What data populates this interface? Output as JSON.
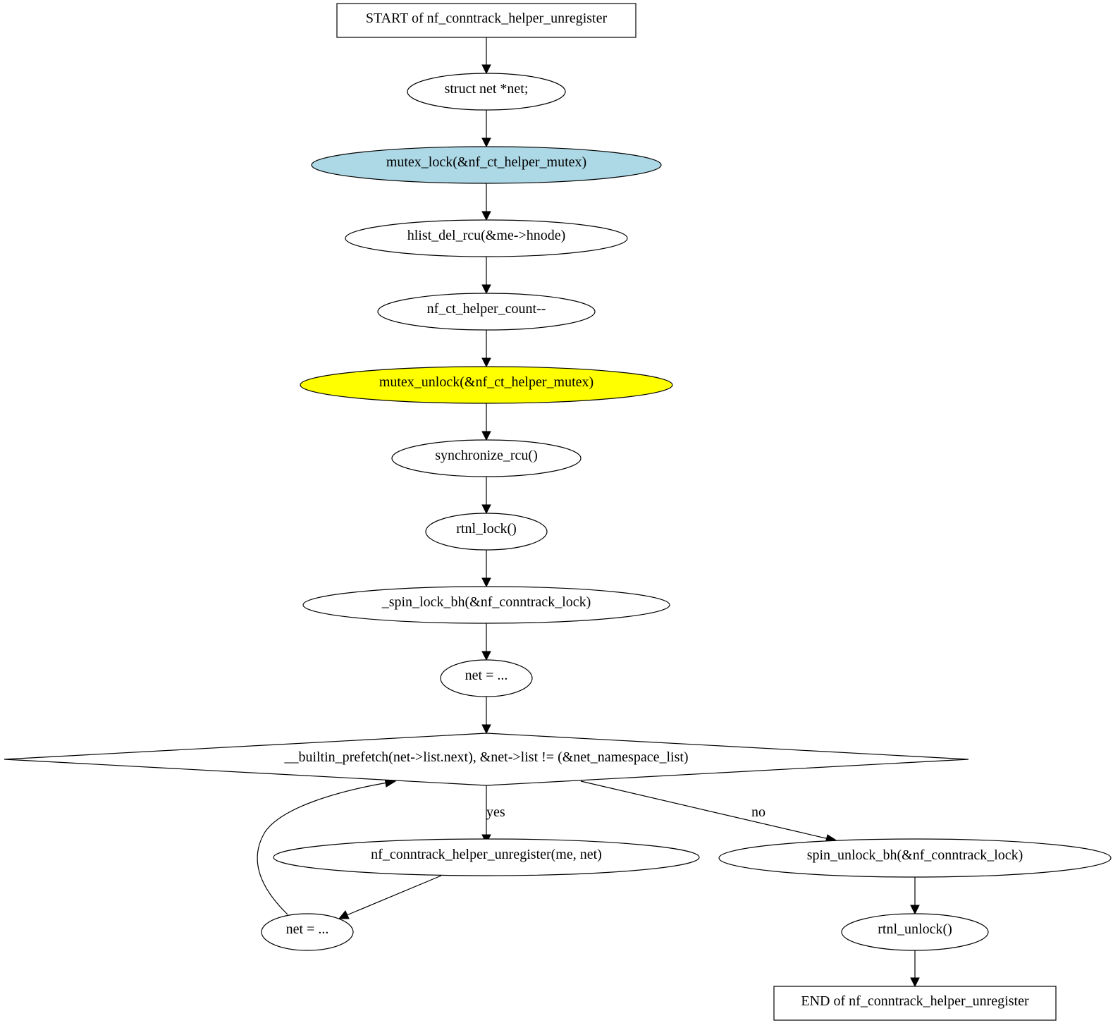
{
  "diagram": {
    "nodes": {
      "start": {
        "label": "START of nf_conntrack_helper_unregister"
      },
      "decl_net": {
        "label": "struct net *net;"
      },
      "mutex_lock": {
        "label": "mutex_lock(&nf_ct_helper_mutex)",
        "fill": "#add8e6"
      },
      "hlist_del": {
        "label": "hlist_del_rcu(&me->hnode)"
      },
      "count_dec": {
        "label": "nf_ct_helper_count--"
      },
      "mutex_unlock": {
        "label": "mutex_unlock(&nf_ct_helper_mutex)",
        "fill": "#ffff00"
      },
      "sync_rcu": {
        "label": "synchronize_rcu()"
      },
      "rtnl_lock": {
        "label": "rtnl_lock()"
      },
      "spin_lock": {
        "label": "_spin_lock_bh(&nf_conntrack_lock)"
      },
      "net_init": {
        "label": "net = ..."
      },
      "loop_cond": {
        "label": "__builtin_prefetch(net->list.next), &net->list != (&net_namespace_list)"
      },
      "unregister": {
        "label": "nf_conntrack_helper_unregister(me, net)"
      },
      "net_next": {
        "label": "net = ..."
      },
      "spin_unlock": {
        "label": "spin_unlock_bh(&nf_conntrack_lock)"
      },
      "rtnl_unlock": {
        "label": "rtnl_unlock()"
      },
      "end": {
        "label": "END of nf_conntrack_helper_unregister"
      }
    },
    "edge_labels": {
      "yes": "yes",
      "no": "no"
    }
  }
}
